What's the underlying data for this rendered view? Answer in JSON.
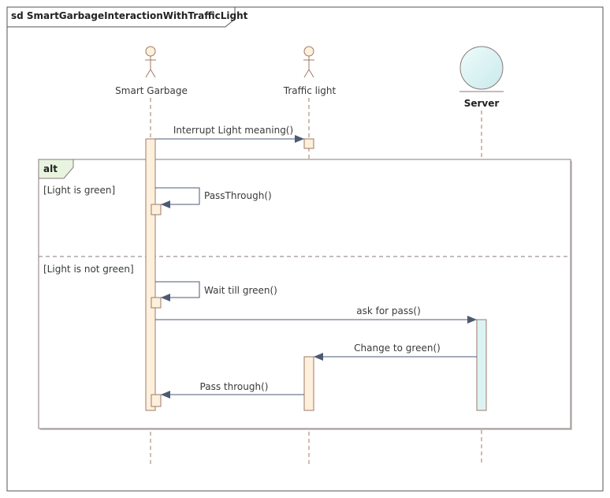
{
  "frame": {
    "title": "sd SmartGarbageInteractionWithTrafficLight"
  },
  "lifelines": [
    {
      "id": "smart-garbage",
      "label": "Smart Garbage",
      "kind": "actor"
    },
    {
      "id": "traffic-light",
      "label": "Traffic light",
      "kind": "actor"
    },
    {
      "id": "server",
      "label": "Server",
      "kind": "entity"
    }
  ],
  "fragment": {
    "operator": "alt",
    "operands": [
      {
        "guard": "[Light is green]"
      },
      {
        "guard": "[Light is not green]"
      }
    ]
  },
  "messages": [
    {
      "label": "Interrupt Light meaning()",
      "from": "smart-garbage",
      "to": "traffic-light"
    },
    {
      "label": "PassThrough()",
      "from": "smart-garbage",
      "to": "smart-garbage"
    },
    {
      "label": "Wait till green()",
      "from": "smart-garbage",
      "to": "smart-garbage"
    },
    {
      "label": "ask for pass()",
      "from": "smart-garbage",
      "to": "server"
    },
    {
      "label": "Change to green()",
      "from": "server",
      "to": "traffic-light"
    },
    {
      "label": "Pass through()",
      "from": "traffic-light",
      "to": "smart-garbage"
    }
  ],
  "colors": {
    "activation_fill": "#fdf0dc",
    "activation_stroke": "#a07a66",
    "server_fill": "#dcf3f4",
    "arrow": "#4d5a72",
    "lifeline": "#a07a66",
    "fragment_border": "#8a7a7a",
    "alt_tab_fill": "#e8f4df"
  }
}
